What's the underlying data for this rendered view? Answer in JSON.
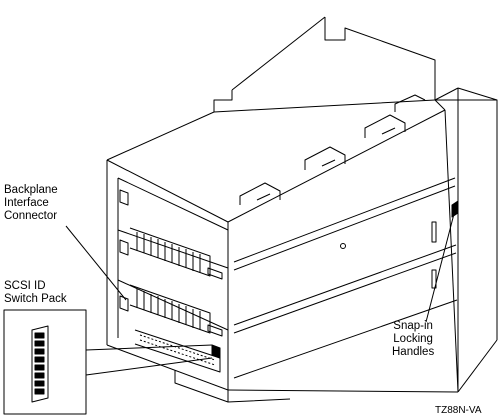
{
  "labels": {
    "backplane_line1": "Backplane",
    "backplane_line2": "Interface",
    "backplane_line3": "Connector",
    "scsi_line1": "SCSI ID",
    "scsi_line2": "Switch Pack",
    "snap_line1": "Snap-in",
    "snap_line2": "Locking",
    "snap_line3": "Handles",
    "figure_id": "TZ88N-VA"
  }
}
